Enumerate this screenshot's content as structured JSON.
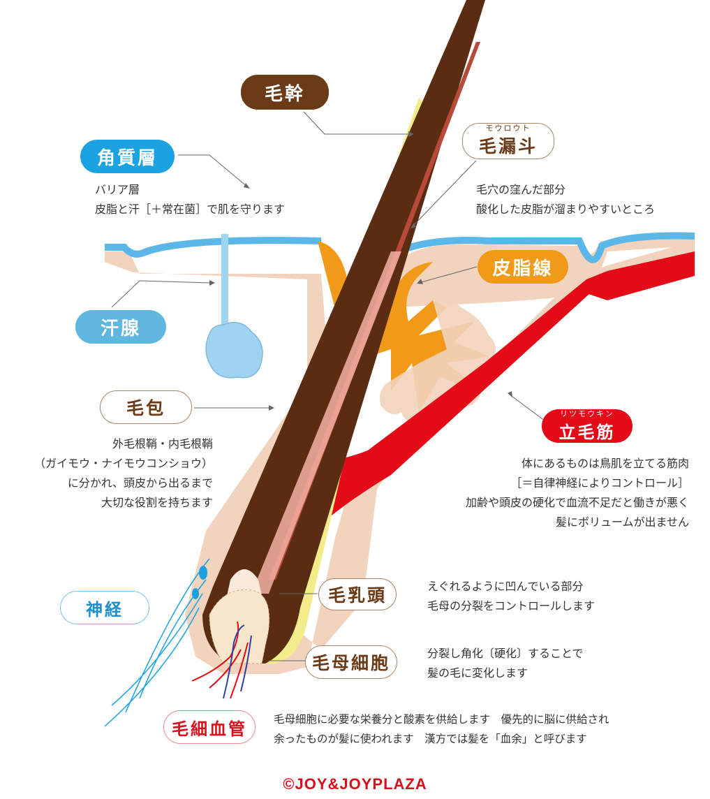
{
  "labels": {
    "mokan": "毛幹",
    "kakushitsu": "角質層",
    "moro_ruby": "モウロウト",
    "moro": "毛漏斗",
    "kansen": "汗腺",
    "hishisen": "皮脂線",
    "mohou": "毛包",
    "rimo_ruby": "リツモウキン",
    "rimo": "立毛筋",
    "shinkei": "神経",
    "nyuto": "毛乳頭",
    "bosaibou": "毛母細胞",
    "kekkan": "毛細血管"
  },
  "descriptions": {
    "kakushitsu": [
      "バリア層",
      "皮脂と汗［＋常在菌］で肌を守ります"
    ],
    "moro": [
      "毛穴の窪んだ部分",
      "酸化した皮脂が溜まりやすいところ"
    ],
    "mohou": [
      "外毛根鞘・内毛根鞘",
      "（ガイモウ・ナイモウコンショウ）",
      "に分かれ、頭皮から出るまで",
      "大切な役割を持ちます"
    ],
    "rimo": [
      "体にあるものは鳥肌を立てる筋肉",
      "［＝自律神経によりコントロール］",
      "加齢や頭皮の硬化で血流不足だと働きが悪く",
      "髪にボリュームが出ません"
    ],
    "nyuto": [
      "えぐれるように凹んでいる部分",
      "毛母の分裂をコントロールします"
    ],
    "bosaibou": [
      "分裂し角化〔硬化〕することで",
      "髪の毛に変化します"
    ],
    "kekkan": [
      "毛母細胞に必要な栄養分と酸素を供給します　優先的に脳に供給され",
      "余ったものが髪に使われます　漢方では髪を「血余」と呼びます"
    ]
  },
  "copyright": "©JOY&JOYPLAZA",
  "colors": {
    "skin": "#f2d3bd",
    "epidermis_blue": "#5bb7e8",
    "sebaceous": "#f19a1a",
    "hair_brown": "#5a2d12",
    "muscle_red": "#e20b17",
    "sweat_gland": "#9fd3f2",
    "inner_sheath": "#f3ec8a"
  }
}
